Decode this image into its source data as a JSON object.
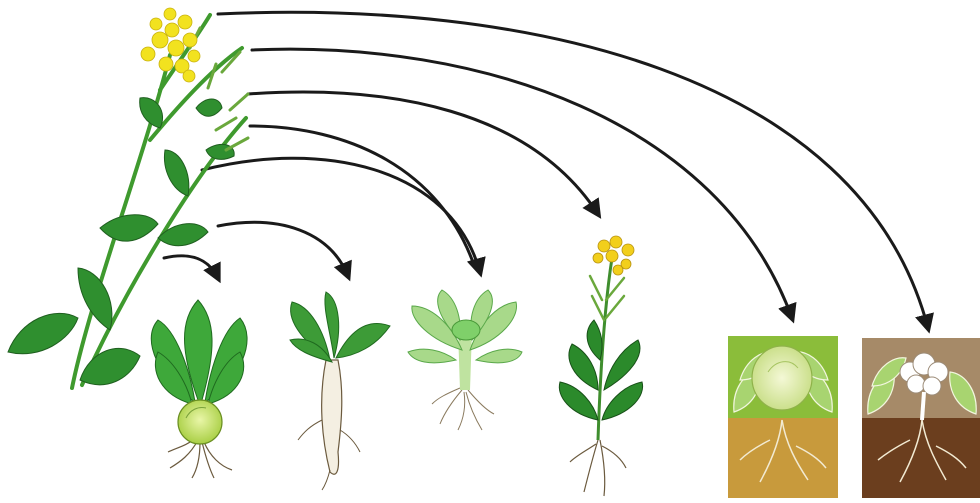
{
  "diagram": {
    "source": {
      "name": "wild-mustard-plant",
      "flower_color": "#f2e21f",
      "leaf_color": "#2e8b2e"
    },
    "descendants": [
      {
        "id": "kohlrabi",
        "icon": "kohlrabi-plant-icon"
      },
      {
        "id": "turnip",
        "icon": "taproot-plant-icon"
      },
      {
        "id": "kale",
        "icon": "kale-plant-icon"
      },
      {
        "id": "flowering-mustard",
        "icon": "flowering-mustard-icon"
      },
      {
        "id": "cabbage",
        "icon": "cabbage-in-soil-icon"
      },
      {
        "id": "cauliflower",
        "icon": "cauliflower-in-soil-icon"
      }
    ],
    "arrow_color": "#1a1a1a",
    "panel_colors": {
      "cabbage_sky": "#8bbd3a",
      "cabbage_soil": "#c89a3c",
      "cauliflower_sky": "#a68a68",
      "cauliflower_soil": "#6b3e1e"
    }
  }
}
